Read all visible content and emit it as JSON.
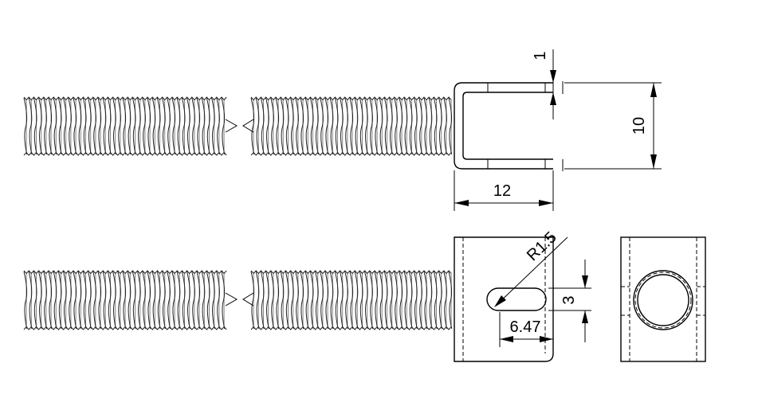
{
  "dimensions": {
    "wall_thickness": "1",
    "inner_height": "10",
    "overall_width": "12",
    "slot_radius": "R1.5",
    "slot_width": "3",
    "slot_length": "6.47"
  }
}
